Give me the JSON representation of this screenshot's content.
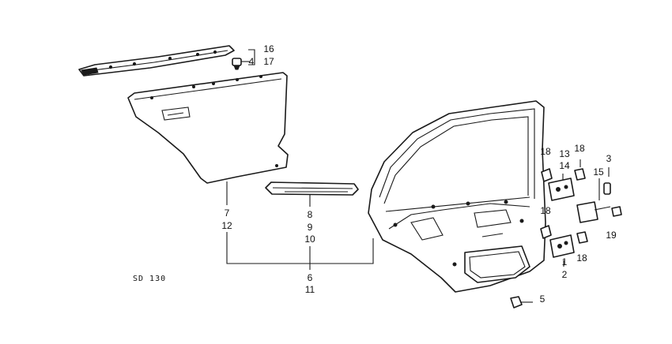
{
  "diagram_code": "SD 130",
  "labels": {
    "p1": "1",
    "p2": "2",
    "p3": "3",
    "p4": "4",
    "p5": "5",
    "p6": "6",
    "p7": "7",
    "p8": "8",
    "p9": "9",
    "p10": "10",
    "p11": "11",
    "p12": "12",
    "p13": "13",
    "p14": "14",
    "p15": "15",
    "p16": "16",
    "p17": "17",
    "p18a": "18",
    "p18b": "18",
    "p18c": "18",
    "p18d": "18",
    "p19": "19"
  }
}
